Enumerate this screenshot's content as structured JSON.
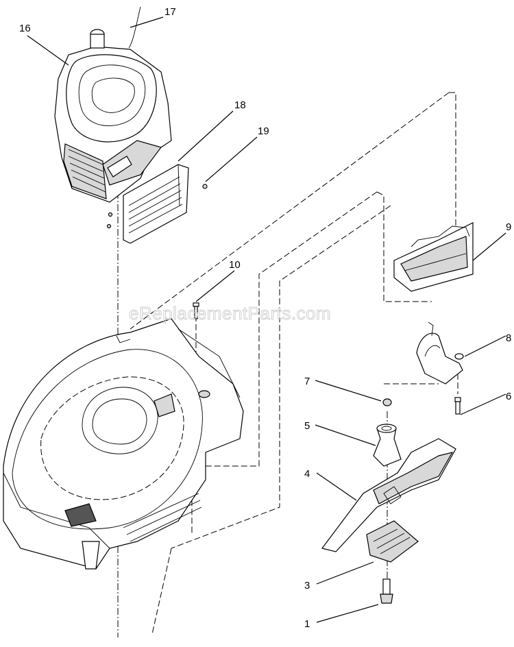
{
  "watermark": "eReplacementParts.com",
  "callouts": {
    "c1": "1",
    "c3": "3",
    "c4": "4",
    "c5": "5",
    "c6": "6",
    "c7": "7",
    "c8": "8",
    "c9": "9",
    "c10": "10",
    "c16": "16",
    "c17": "17",
    "c18": "18",
    "c19": "19"
  }
}
